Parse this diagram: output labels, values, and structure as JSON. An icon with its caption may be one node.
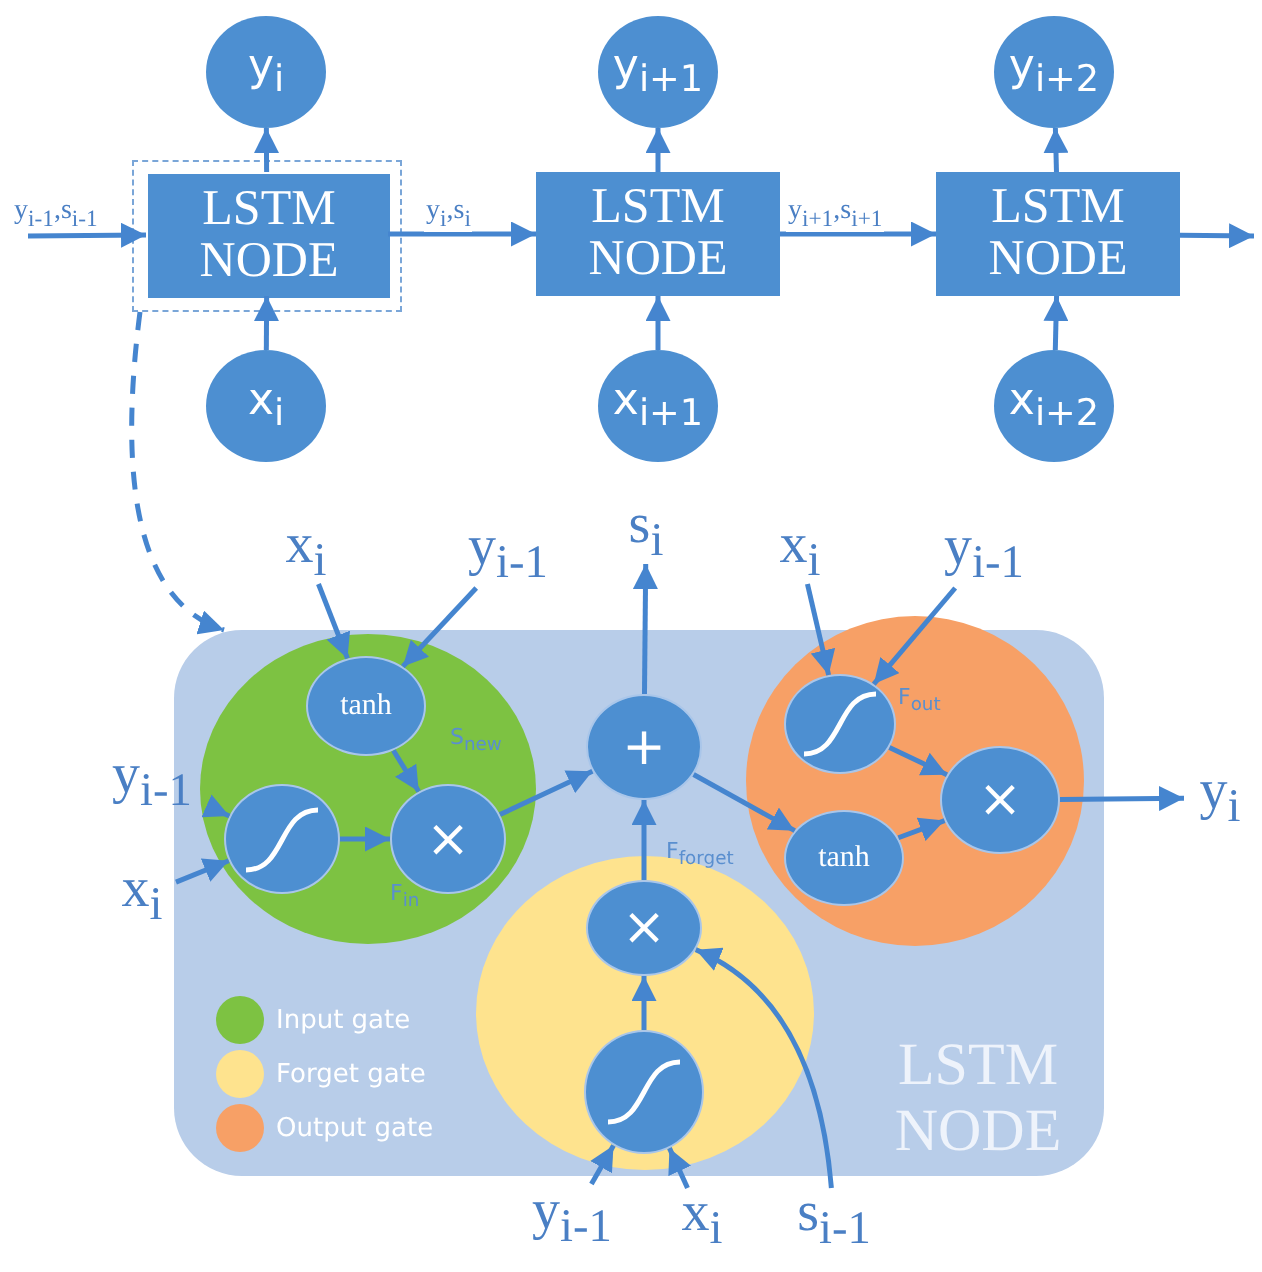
{
  "diagram": {
    "nodes": [
      {
        "text": [
          "y$_{i}$"
        ]
      },
      {
        "text": [
          "y$_{i+1}$"
        ]
      },
      {
        "text": [
          "y$_{i+2}$"
        ]
      },
      {
        "text": [],
        "shape": "box"
      },
      {
        "text": [
          "LSTM NODE"
        ],
        "in": 3
      },
      {
        "text": [
          "LSTM NODE"
        ]
      },
      {
        "text": [
          "LSTM NODE"
        ]
      },
      {
        "text": [
          "x$_{i}$"
        ]
      },
      {
        "text": [
          "x$_{i+1}$"
        ]
      },
      {
        "text": [
          "x$_{i+2}$"
        ]
      },
      {
        "text": [
          "LSTM NODE"
        ]
      },
      {
        "text": [],
        "shape": "circle",
        "in": 10
      },
      {
        "text": [
          "tanh"
        ],
        "in": 11
      },
      {
        "text": [],
        "shape": "circle",
        "in": 11
      },
      {
        "text": [
          "×"
        ],
        "in": 11
      },
      {
        "text": [
          "+"
        ],
        "in": 10
      },
      {
        "text": [],
        "shape": "circle",
        "in": 10
      },
      {
        "text": [],
        "shape": "circle",
        "in": 16
      },
      {
        "text": [
          "tanh"
        ],
        "in": 16
      },
      {
        "text": [
          "×"
        ],
        "in": 16
      },
      {
        "text": [],
        "shape": "circle",
        "in": 10
      },
      {
        "text": [
          "×"
        ],
        "in": 20
      },
      {
        "text": [],
        "shape": "circle",
        "in": 20
      },
      {
        "text": [
          "s$_{i}$"
        ]
      },
      {
        "text": [
          "x$_{i}$"
        ]
      },
      {
        "text": [
          "y$_{i-1}$"
        ]
      },
      {
        "text": [
          "x$_{i}$"
        ]
      },
      {
        "text": [
          "y$_{i-1}$"
        ]
      },
      {
        "text": [
          "y$_{i-1}$"
        ]
      },
      {
        "text": [
          "x$_{i}$"
        ]
      },
      {
        "text": [
          "y$_{i}$"
        ]
      },
      {
        "text": [
          "y$_{i-1}$"
        ]
      },
      {
        "text": [
          "x$_{i}$"
        ]
      },
      {
        "text": [
          "s$_{i-1}$"
        ]
      }
    ],
    "edges": [
      {
        "from": null,
        "to": 4,
        "arrow": "to",
        "label": "y$_{i-1}$,s$_{i-1}$"
      },
      {
        "from": 4,
        "to": 5,
        "arrow": "to",
        "label": "y$_{i}$,s$_{i}$"
      },
      {
        "from": 5,
        "to": 6,
        "arrow": "to",
        "label": "y$_{i+1}$,s$_{i+1}$"
      },
      {
        "from": 6,
        "to": null,
        "arrow": "to"
      },
      {
        "from": 4,
        "to": 0,
        "arrow": "to"
      },
      {
        "from": 5,
        "to": 1,
        "arrow": "to"
      },
      {
        "from": 6,
        "to": 2,
        "arrow": "to"
      },
      {
        "from": 7,
        "to": 4,
        "arrow": "to"
      },
      {
        "from": 8,
        "to": 5,
        "arrow": "to"
      },
      {
        "from": 9,
        "to": 6,
        "arrow": "to"
      },
      {
        "from": 3,
        "to": 10,
        "arrow": "to",
        "style": "dashed"
      },
      {
        "from": 24,
        "to": 12,
        "arrow": "to"
      },
      {
        "from": 25,
        "to": 12,
        "arrow": "to"
      },
      {
        "from": 28,
        "to": 13,
        "arrow": "to"
      },
      {
        "from": 29,
        "to": 13,
        "arrow": "to"
      },
      {
        "from": 12,
        "to": 14,
        "arrow": "to",
        "label": "S$_{new}$"
      },
      {
        "from": 13,
        "to": 14,
        "arrow": "to",
        "label": "F$_{in}$"
      },
      {
        "from": 14,
        "to": 15,
        "arrow": "to"
      },
      {
        "from": 15,
        "to": 23,
        "arrow": "to"
      },
      {
        "from": 15,
        "to": 18,
        "arrow": "to"
      },
      {
        "from": 21,
        "to": 15,
        "arrow": "to",
        "label": "F$_{forget}$"
      },
      {
        "from": 22,
        "to": 21,
        "arrow": "to"
      },
      {
        "from": 33,
        "to": 21,
        "arrow": "to"
      },
      {
        "from": 31,
        "to": 22,
        "arrow": "to"
      },
      {
        "from": 32,
        "to": 22,
        "arrow": "to"
      },
      {
        "from": 26,
        "to": 17,
        "arrow": "to"
      },
      {
        "from": 27,
        "to": 17,
        "arrow": "to"
      },
      {
        "from": 17,
        "to": 19,
        "arrow": "to",
        "label": "F$_{out}$"
      },
      {
        "from": 18,
        "to": 19,
        "arrow": "to"
      },
      {
        "from": 19,
        "to": 30,
        "arrow": "to"
      }
    ],
    "legend": [
      {
        "text": "Input gate",
        "color": "#7dc242"
      },
      {
        "text": "Forget gate",
        "color": "#fee38e"
      },
      {
        "text": "Output gate",
        "color": "#f7a066"
      }
    ]
  }
}
